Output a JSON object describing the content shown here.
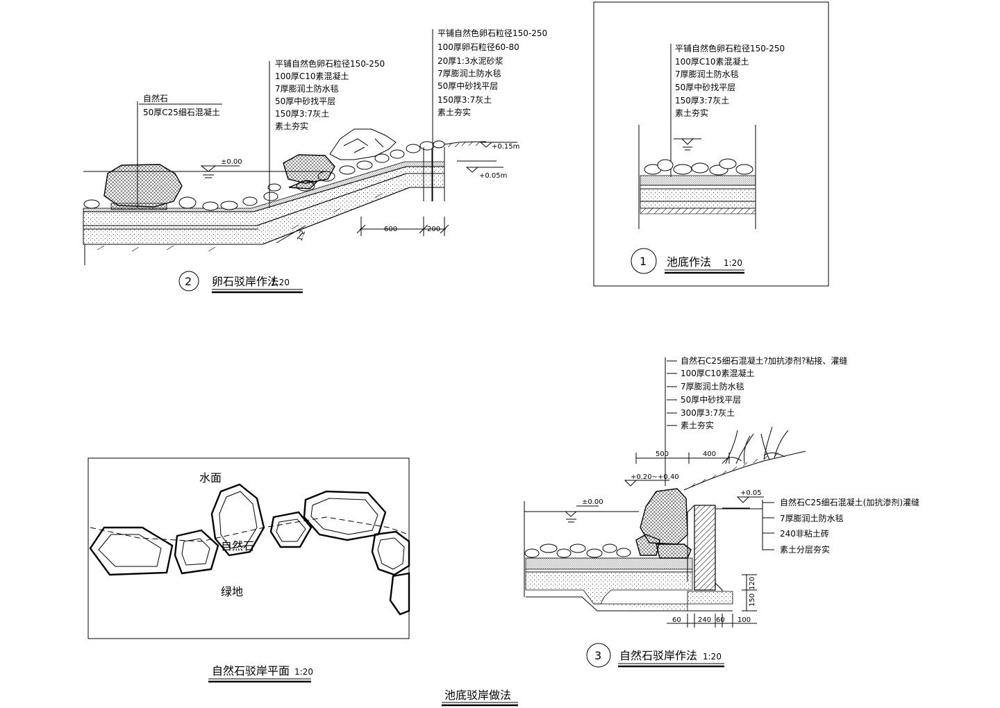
{
  "drawing_title": "池底驳岸做法",
  "detail1": {
    "number": "1",
    "title": "池底作法",
    "scale": "1:20",
    "notes": [
      "平铺自然色卵石粒径150-250",
      "100厚C10素混凝土",
      "7厚膨润土防水毯",
      "50厚中砂找平层",
      "150厚3:7灰土",
      "素土夯实"
    ]
  },
  "detail2": {
    "number": "2",
    "title": "卵石驳岸作法",
    "scale": "1:20",
    "rock_notes": [
      "自然石",
      "50厚C25细石混凝土"
    ],
    "mid_notes": [
      "平铺自然色卵石粒径150-250",
      "100厚C10素混凝土",
      "7厚膨润土防水毯",
      "50厚中砂找平层",
      "150厚3:7灰土",
      "素土夯实"
    ],
    "right_notes": [
      "平铺自然色卵石粒径150-250",
      "100厚卵石粒径60-80",
      "20厚1:3水泥砂浆",
      "7厚膨润土防水毯",
      "50厚中砂找平层",
      "150厚3:7灰土",
      "素土夯实"
    ],
    "levels": [
      "±0.00",
      "+0.15m",
      "+0.05m"
    ],
    "dims": [
      "600",
      "200"
    ],
    "slope": "1:2"
  },
  "detail3": {
    "number": "3",
    "title": "自然石驳岸作法",
    "scale": "1:20",
    "top_notes": [
      "自然石C25细石混凝土?加抗渗剂?粘接、灌缝",
      "100厚C10素混凝土",
      "7厚膨润土防水毯",
      "50厚中砂找平层",
      "300厚3:7灰土",
      "素土夯实"
    ],
    "side_notes": [
      "自然石C25细石混凝土(加抗渗剂)灌缝",
      "7厚膨润土防水毯",
      "240非粘土砖",
      "素土分层夯实"
    ],
    "top_dims": [
      "500",
      "400"
    ],
    "level_range": "+0.20~+0.40",
    "levels": [
      "±0.00",
      "+0.05"
    ],
    "bottom_dims": [
      "60",
      "240",
      "60",
      "100"
    ],
    "side_dims": [
      "120",
      "150"
    ]
  },
  "plan": {
    "title": "自然石驳岸平面",
    "scale": "1:20",
    "labels": [
      "水面",
      "自然石",
      "绿地"
    ]
  }
}
